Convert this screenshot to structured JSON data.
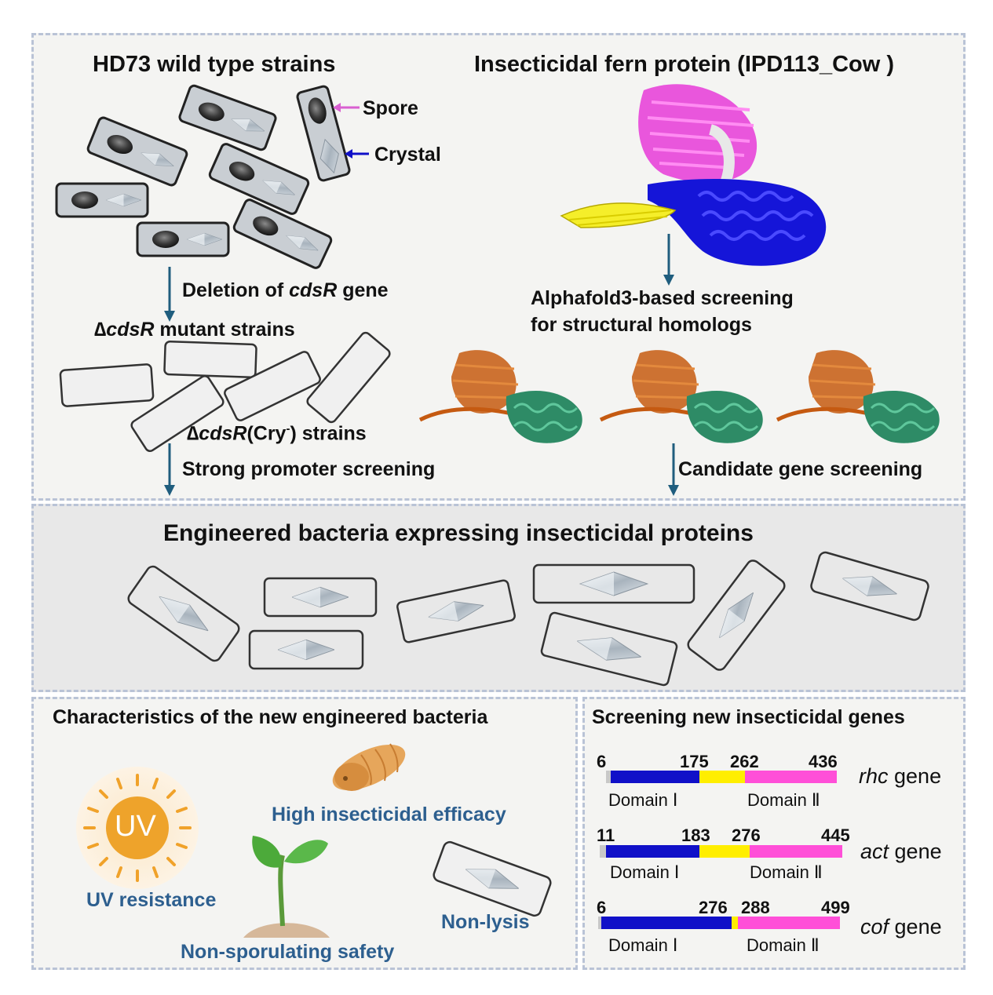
{
  "top": {
    "left_title": "HD73 wild type strains",
    "right_title": "Insecticidal fern protein (IPD113_Cow )",
    "spore_label": "Spore",
    "crystal_label": "Crystal",
    "deletion_prefix": "Deletion of ",
    "deletion_gene": "cdsR",
    "deletion_suffix": " gene",
    "mutant_delta": "∆",
    "mutant_gene": "cdsR",
    "mutant_suffix": " mutant strains",
    "cry_delta": "∆",
    "cry_gene": "cdsR",
    "cry_open": "(Cry",
    "cry_sup": "-",
    "cry_close": ") strains",
    "promoter_label": "Strong promoter screening",
    "alphafold_line1": "Alphafold3-based screening",
    "alphafold_line2": "for structural homologs",
    "candidate_label": "Candidate gene screening"
  },
  "middle": {
    "title": "Engineered bacteria expressing insecticidal proteins"
  },
  "bottom_left": {
    "title": "Characteristics of the new engineered bacteria",
    "uv_icon_text": "UV",
    "uv_label": "UV resistance",
    "efficacy_label": "High insecticidal efficacy",
    "sporulating_label": "Non-sporulating safety",
    "lysis_label": "Non-lysis"
  },
  "bottom_right": {
    "title": "Screening new insecticidal genes",
    "genes": [
      {
        "gene": "rhc",
        "suffix": " gene",
        "positions": [
          "6",
          "175",
          "262",
          "436"
        ],
        "domain1": "Domain Ⅰ",
        "domain2": "Domain Ⅱ"
      },
      {
        "gene": "act",
        "suffix": " gene",
        "positions": [
          "11",
          "183",
          "276",
          "445"
        ],
        "domain1": "Domain Ⅰ",
        "domain2": "Domain Ⅱ"
      },
      {
        "gene": "cof",
        "suffix": " gene",
        "positions": [
          "6",
          "276",
          "288",
          "499"
        ],
        "domain1": "Domain Ⅰ",
        "domain2": "Domain Ⅱ"
      }
    ]
  },
  "colors": {
    "domain1": "#1010c8",
    "linker": "#ffee00",
    "domain2": "#ff4fd8",
    "accent_text": "#2d5f8f",
    "arrow": "#1f5d7e",
    "panel_border": "#b9c3d6"
  }
}
